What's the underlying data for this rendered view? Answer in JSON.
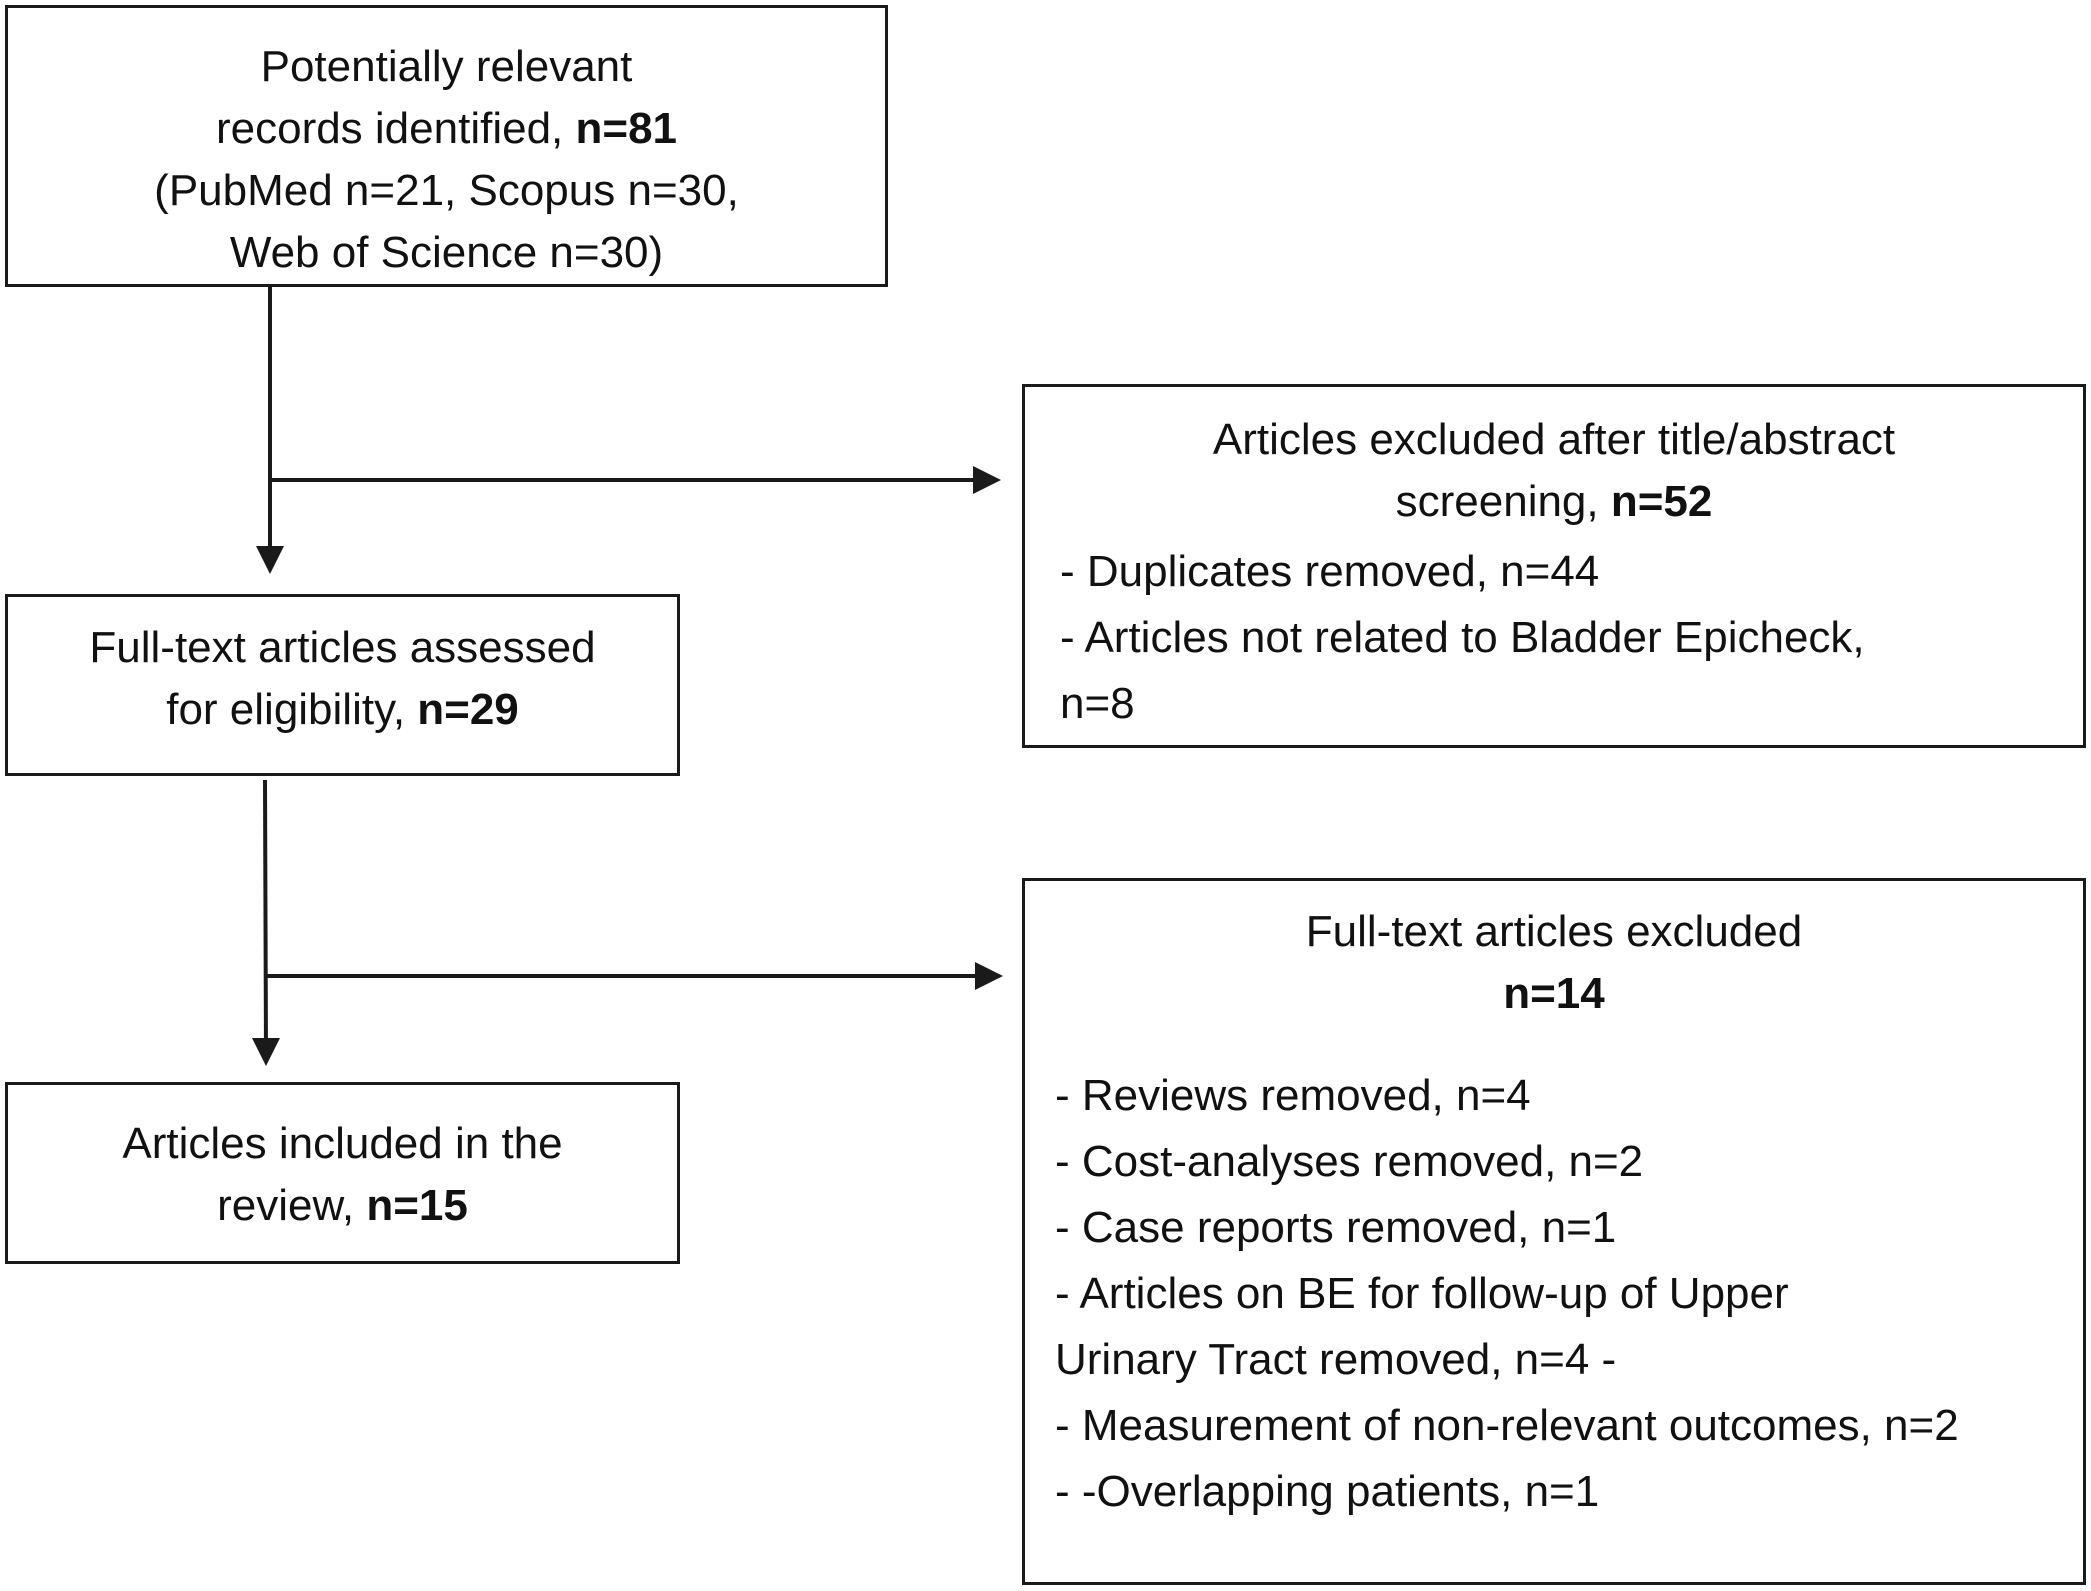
{
  "box_identified": {
    "line1": "Potentially relevant",
    "line2_prefix": "records identified, ",
    "line2_count": "n=81",
    "line3": "(PubMed n=21, Scopus n=30,",
    "line4": "Web of Science n=30)"
  },
  "box_screen_excluded": {
    "line1": "Articles excluded after title/abstract",
    "line2_prefix": "screening, ",
    "line2_count": "n=52",
    "items": [
      "- Duplicates removed, n=44",
      "- Articles not related to Bladder Epicheck,",
      "n=8"
    ]
  },
  "box_fulltext_assessed": {
    "line1": "Full-text articles assessed",
    "line2_prefix": "for eligibility, ",
    "line2_count": "n=29"
  },
  "box_fulltext_excluded": {
    "line1": "Full-text articles excluded",
    "line2_count": "n=14",
    "items": [
      "-  Reviews removed, n=4",
      "-  Cost-analyses removed, n=2",
      "-  Case reports removed, n=1",
      "-  Articles on BE for follow-up of Upper",
      "Urinary Tract removed,  n=4 -",
      "-  Measurement of non-relevant outcomes, n=2",
      "-  -Overlapping patients, n=1"
    ]
  },
  "box_included": {
    "line1": "Articles included in the",
    "line2_prefix": "review, ",
    "line2_count": "n=15"
  },
  "colors": {
    "stroke": "#1a1a1a",
    "background": "#ffffff",
    "text": "#111111"
  }
}
